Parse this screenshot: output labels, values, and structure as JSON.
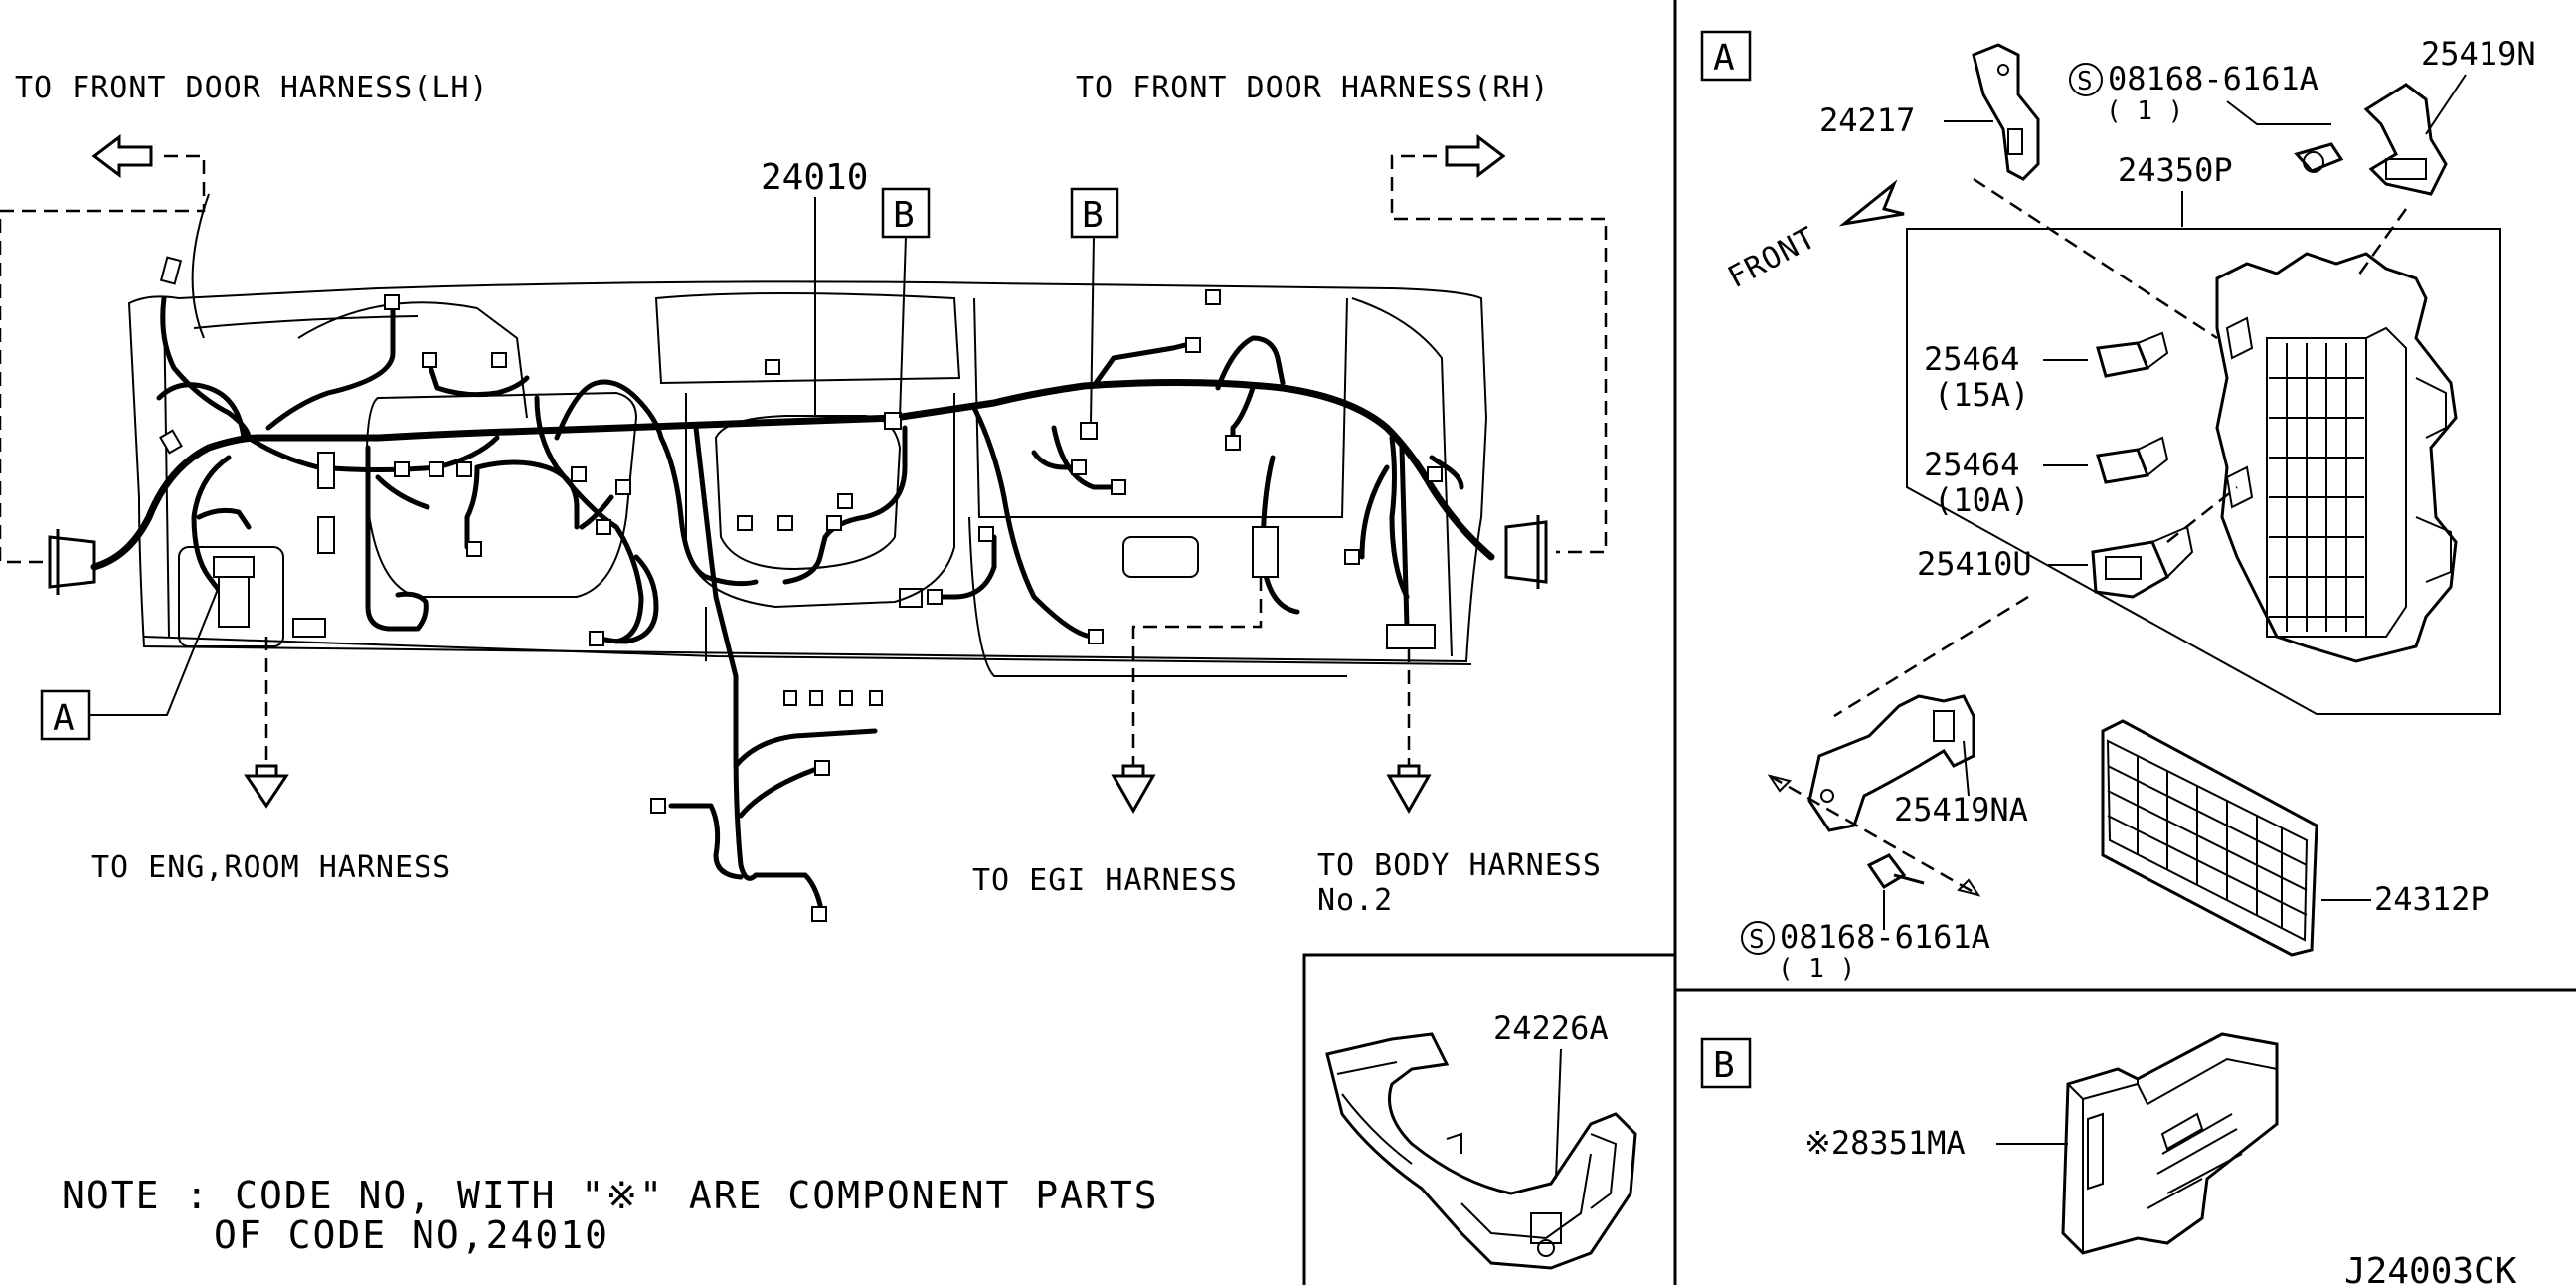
{
  "labels": {
    "front_door_lh": "TO FRONT DOOR HARNESS(LH)",
    "front_door_rh": "TO FRONT DOOR HARNESS(RH)",
    "eng_room": "TO ENG,ROOM HARNESS",
    "egi": "TO EGI HARNESS",
    "body_harness_line1": "TO BODY HARNESS",
    "body_harness_line2": "No.2",
    "main_harness": "24010",
    "callout_a": "A",
    "callout_b1": "B",
    "callout_b2": "B"
  },
  "note": {
    "line1": "NOTE : CODE NO, WITH \"※\" ARE COMPONENT PARTS",
    "line2": "OF CODE NO,24010"
  },
  "detail_clip": {
    "part": "24226A"
  },
  "detail_a": {
    "title": "A",
    "front": "FRONT",
    "parts": {
      "p24217": "24217",
      "bolt_top": "08168-6161A",
      "bolt_top_qty": "( 1 )",
      "bolt_top_symbol": "S",
      "p25419N": "25419N",
      "p24350P": "24350P",
      "fuse15": "25464",
      "fuse15_rating": "(15A)",
      "fuse10": "25464",
      "fuse10_rating": "(10A)",
      "p25410U": "25410U",
      "p25419NA": "25419NA",
      "p24312P": "24312P",
      "bolt_bottom": "08168-6161A",
      "bolt_bottom_qty": "( 1 )",
      "bolt_bottom_symbol": "S"
    }
  },
  "detail_b": {
    "title": "B",
    "part": "※28351MA"
  },
  "diagram_id": "J24003CK"
}
